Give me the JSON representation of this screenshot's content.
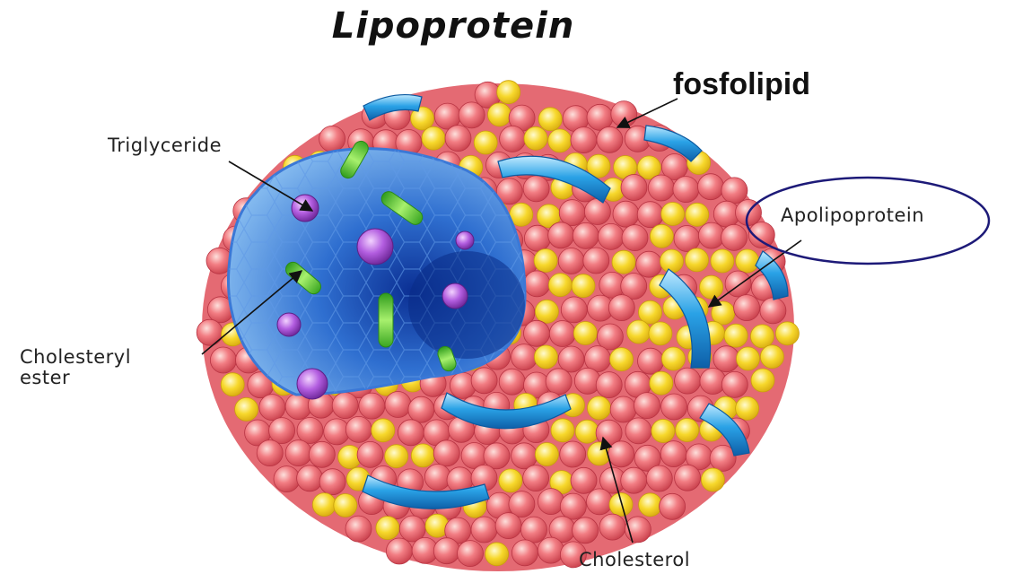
{
  "title": "Lipoprotein",
  "labels": {
    "triglyceride": "Triglyceride",
    "fosfolipid": "fosfolipid",
    "apolipoprotein": "Apolipoprotein",
    "cholesteryl_ester": "Cholesteryl\nester",
    "cholesterol": "Cholesterol"
  },
  "colors": {
    "phospholipid_head": "#f07f86",
    "cholesterol_yellow": "#f6d62a",
    "apolipoprotein_blue": "#2aa2e6",
    "core_blue": "#2f6fd0",
    "triglyceride_purple": "#a452d0",
    "ester_green": "#62d337",
    "highlight_ellipse": "#1d1a78"
  },
  "icons": [
    "lipoprotein-particle",
    "arrow-pointer",
    "highlight-ellipse"
  ]
}
